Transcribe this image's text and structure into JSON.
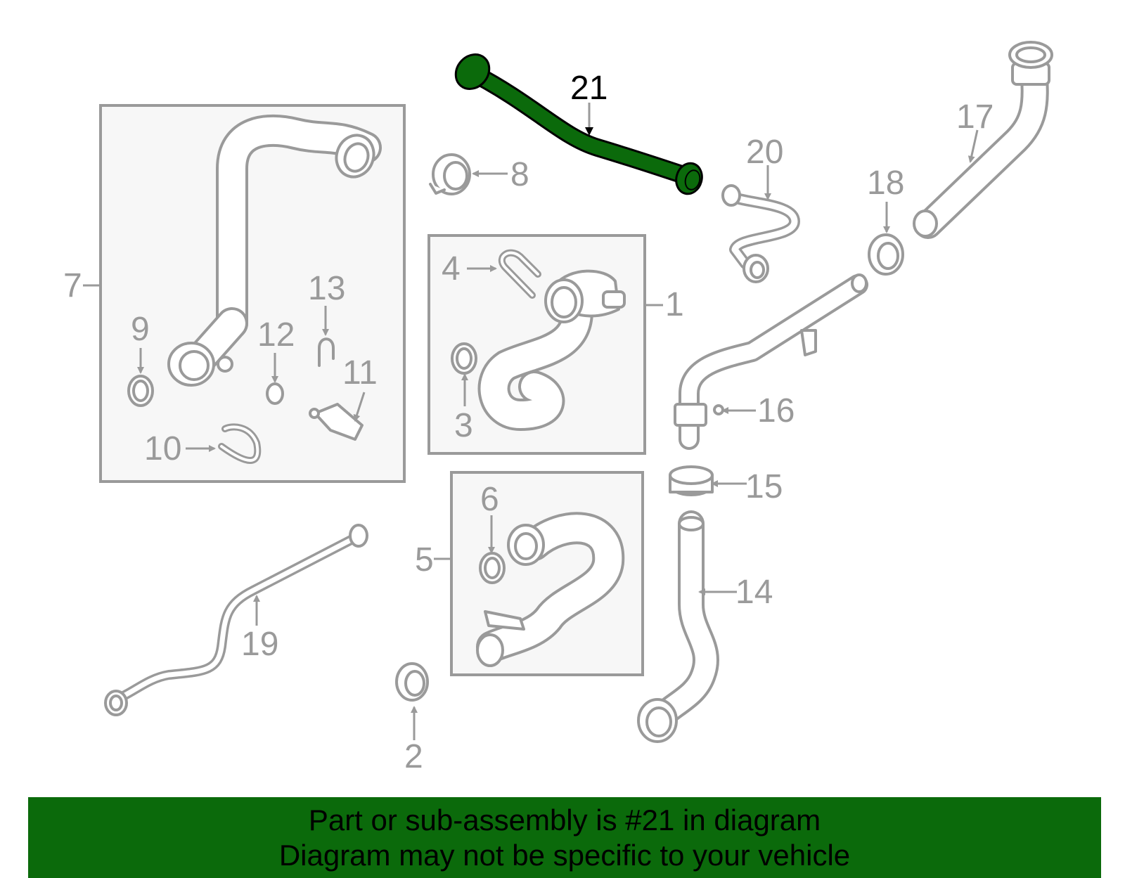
{
  "callouts": {
    "c1": "1",
    "c2": "2",
    "c3": "3",
    "c4": "4",
    "c5": "5",
    "c6": "6",
    "c7": "7",
    "c8": "8",
    "c9": "9",
    "c10": "10",
    "c11": "11",
    "c12": "12",
    "c13": "13",
    "c14": "14",
    "c15": "15",
    "c16": "16",
    "c17": "17",
    "c18": "18",
    "c19": "19",
    "c20": "20",
    "c21": "21"
  },
  "highlighted_part": "21",
  "colors": {
    "highlight": "#0b6a0b",
    "line": "#9a9a9a",
    "box_fill": "#f7f7f7"
  },
  "banner": {
    "line1": "Part or sub-assembly is #21 in diagram",
    "line2": "Diagram may not be specific to your vehicle"
  }
}
